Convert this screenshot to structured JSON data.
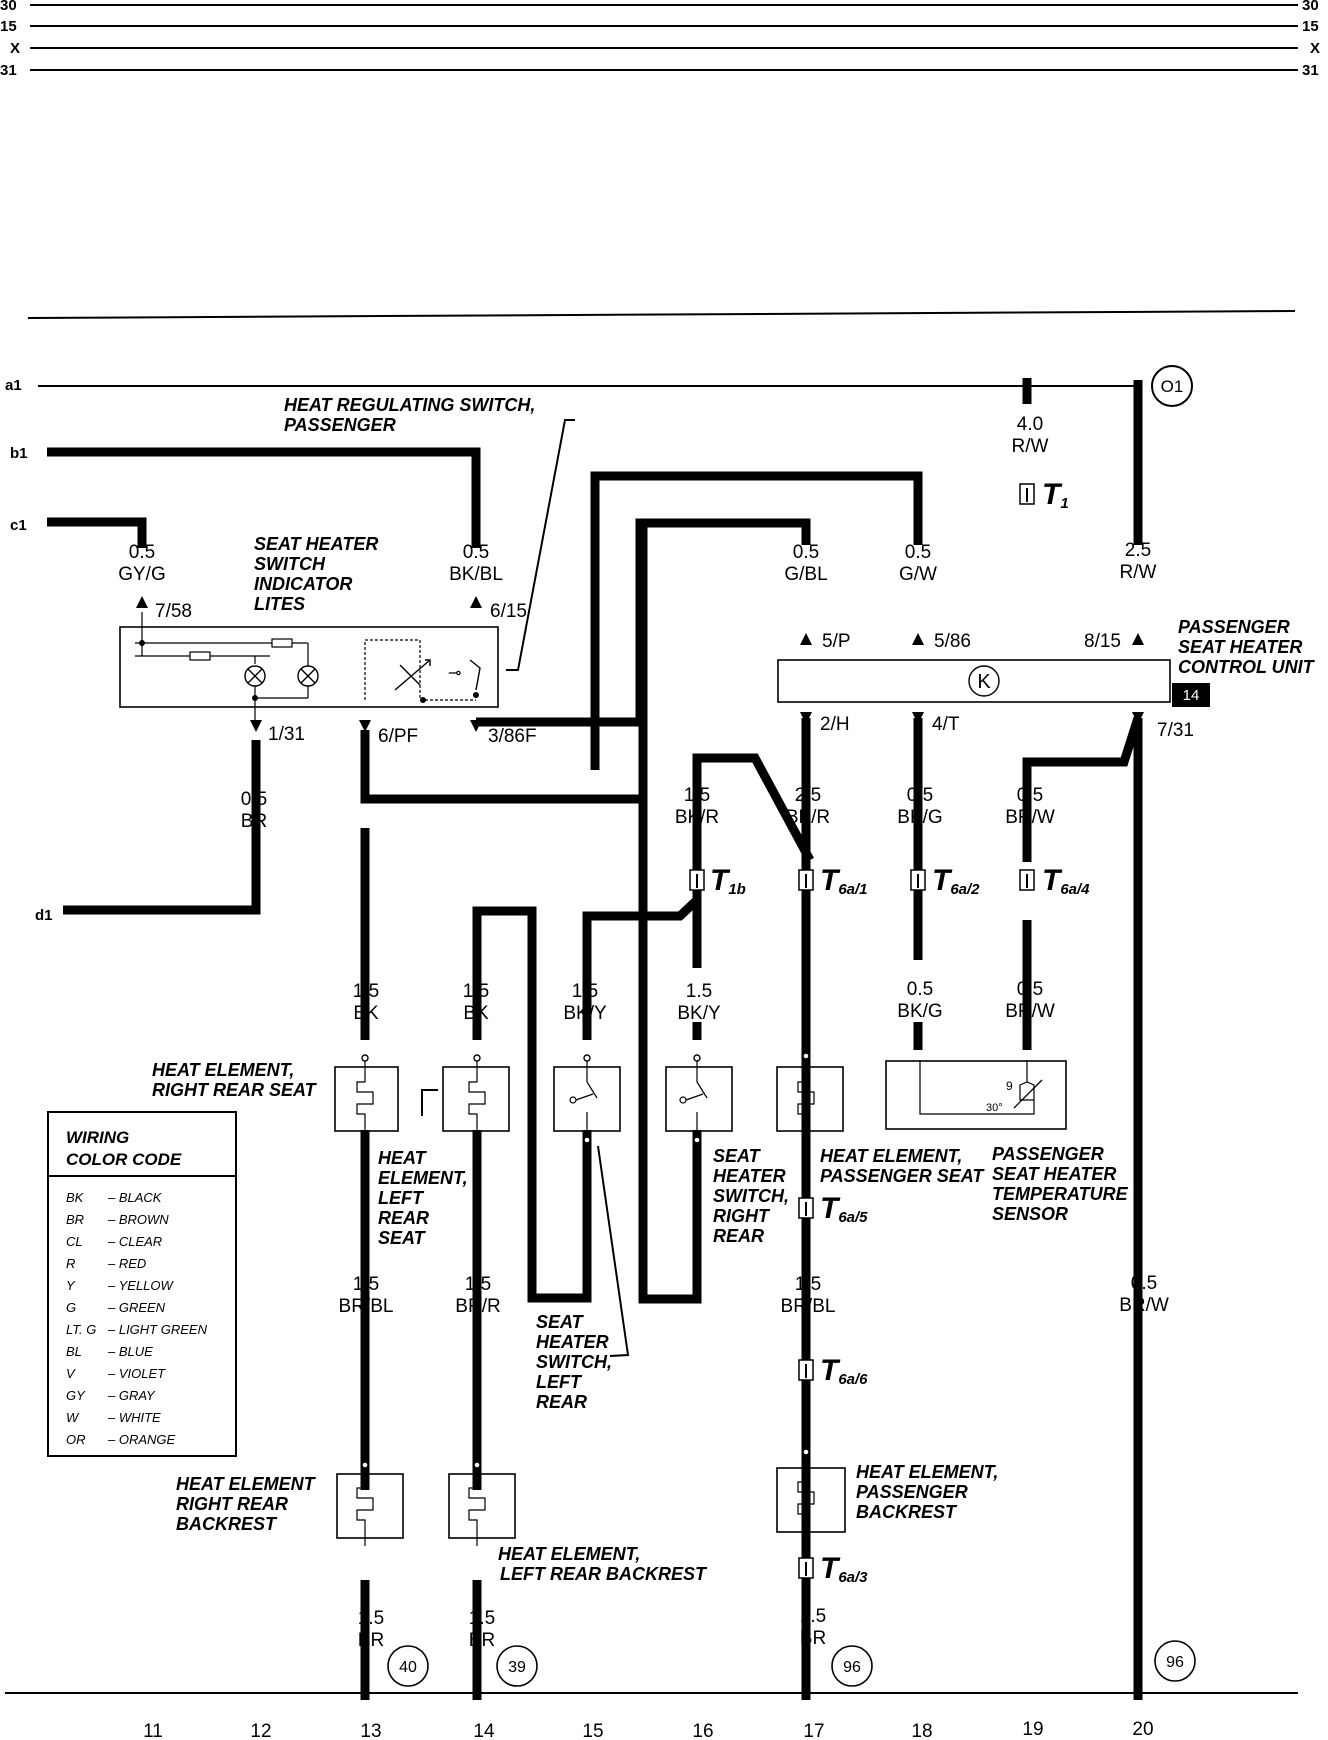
{
  "rails": {
    "left": [
      "30",
      "15",
      "X",
      "31"
    ],
    "right": [
      "30",
      "15",
      "X",
      "31"
    ]
  },
  "inputs": {
    "a1": "a1",
    "b1": "b1",
    "c1": "c1",
    "d1": "d1"
  },
  "wires": {
    "gy_g": {
      "size": "0.5",
      "color": "GY/G"
    },
    "bk_bl": {
      "size": "0.5",
      "color": "BK/BL"
    },
    "br_top": {
      "size": "0.5",
      "color": "BR"
    },
    "g_bl": {
      "size": "0.5",
      "color": "G/BL"
    },
    "g_w": {
      "size": "0.5",
      "color": "G/W"
    },
    "r_w_40": {
      "size": "4.0",
      "color": "R/W"
    },
    "r_w_25": {
      "size": "2.5",
      "color": "R/W"
    },
    "bk_r_15": {
      "size": "1.5",
      "color": "BK/R"
    },
    "bk_r_25": {
      "size": "2.5",
      "color": "BK/R"
    },
    "bk_g_a": {
      "size": "0.5",
      "color": "BK/G"
    },
    "br_w_a": {
      "size": "0.5",
      "color": "BR/W"
    },
    "bk_13": {
      "size": "1.5",
      "color": "BK"
    },
    "bk_14": {
      "size": "1.5",
      "color": "BK"
    },
    "bk_y_15": {
      "size": "1.5",
      "color": "BK/Y"
    },
    "bk_y_16": {
      "size": "1.5",
      "color": "BK/Y"
    },
    "bk_g_b": {
      "size": "0.5",
      "color": "BK/G"
    },
    "br_w_b": {
      "size": "0.5",
      "color": "BR/W"
    },
    "br_bl_13": {
      "size": "1.5",
      "color": "BR/BL"
    },
    "br_r_14": {
      "size": "1.5",
      "color": "BR/R"
    },
    "br_bl_17": {
      "size": "1.5",
      "color": "BR/BL"
    },
    "br_w_20": {
      "size": "0.5",
      "color": "BR/W"
    },
    "br_13": {
      "size": "1.5",
      "color": "BR"
    },
    "br_14": {
      "size": "1.5",
      "color": "BR"
    },
    "br_17": {
      "size": "1.5",
      "color": "BR"
    }
  },
  "pins": {
    "p758": "7/58",
    "p615": "6/15",
    "p131": "1/31",
    "p6pf": "6/PF",
    "p386f": "3/86F",
    "p5p": "5/P",
    "p586": "5/86",
    "p815": "8/15",
    "p2h": "2/H",
    "p4t": "4/T",
    "p731": "7/31"
  },
  "connectors": {
    "t1": {
      "main": "T",
      "sub": "1"
    },
    "t1b": {
      "main": "T",
      "sub": "1b"
    },
    "t6a1": {
      "main": "T",
      "sub": "6a/1"
    },
    "t6a2": {
      "main": "T",
      "sub": "6a/2"
    },
    "t6a4": {
      "main": "T",
      "sub": "6a/4"
    },
    "t6a5": {
      "main": "T",
      "sub": "6a/5"
    },
    "t6a6": {
      "main": "T",
      "sub": "6a/6"
    },
    "t6a3": {
      "main": "T",
      "sub": "6a/3"
    }
  },
  "components": {
    "regulating_switch": [
      "HEAT REGULATING SWITCH,",
      "PASSENGER"
    ],
    "indicator_lites": [
      "SEAT HEATER",
      "SWITCH",
      "INDICATOR",
      "LITES"
    ],
    "control_unit": [
      "PASSENGER",
      "SEAT HEATER",
      "CONTROL UNIT"
    ],
    "control_unit_badge": "14",
    "control_unit_symbol": "K",
    "right_rear_seat": [
      "HEAT ELEMENT,",
      "RIGHT REAR SEAT"
    ],
    "left_rear_seat": [
      "HEAT",
      "ELEMENT,",
      "LEFT",
      "REAR",
      "SEAT"
    ],
    "switch_right_rear": [
      "SEAT",
      "HEATER",
      "SWITCH,",
      "RIGHT",
      "REAR"
    ],
    "switch_left_rear": [
      "SEAT",
      "HEATER",
      "SWITCH,",
      "LEFT",
      "REAR"
    ],
    "passenger_seat": [
      "HEAT ELEMENT,",
      "PASSENGER SEAT"
    ],
    "temp_sensor": [
      "PASSENGER",
      "SEAT HEATER",
      "TEMPERATURE",
      "SENSOR"
    ],
    "temp_sensor_marks": {
      "theta": "9",
      "deg": "30°"
    },
    "right_rear_backrest": [
      "HEAT ELEMENT",
      "RIGHT REAR",
      "BACKREST"
    ],
    "left_rear_backrest": [
      "HEAT ELEMENT,",
      "LEFT REAR BACKREST"
    ],
    "passenger_backrest": [
      "HEAT ELEMENT,",
      "PASSENGER",
      "BACKREST"
    ]
  },
  "circles": {
    "o1": "O1",
    "g40": "40",
    "g39": "39",
    "g96a": "96",
    "g96b": "96"
  },
  "color_code": {
    "title": [
      "WIRING",
      "COLOR CODE"
    ],
    "entries": [
      {
        "code": "BK",
        "name": "– BLACK"
      },
      {
        "code": "BR",
        "name": "– BROWN"
      },
      {
        "code": "CL",
        "name": "– CLEAR"
      },
      {
        "code": "R",
        "name": "– RED"
      },
      {
        "code": "Y",
        "name": "– YELLOW"
      },
      {
        "code": "G",
        "name": "– GREEN"
      },
      {
        "code": "LT. G",
        "name": "– LIGHT GREEN"
      },
      {
        "code": "BL",
        "name": "– BLUE"
      },
      {
        "code": "V",
        "name": "– VIOLET"
      },
      {
        "code": "GY",
        "name": "– GRAY"
      },
      {
        "code": "W",
        "name": "– WHITE"
      },
      {
        "code": "OR",
        "name": "– ORANGE"
      }
    ]
  },
  "grid_numbers": [
    "11",
    "12",
    "13",
    "14",
    "15",
    "16",
    "17",
    "18",
    "19",
    "20"
  ]
}
